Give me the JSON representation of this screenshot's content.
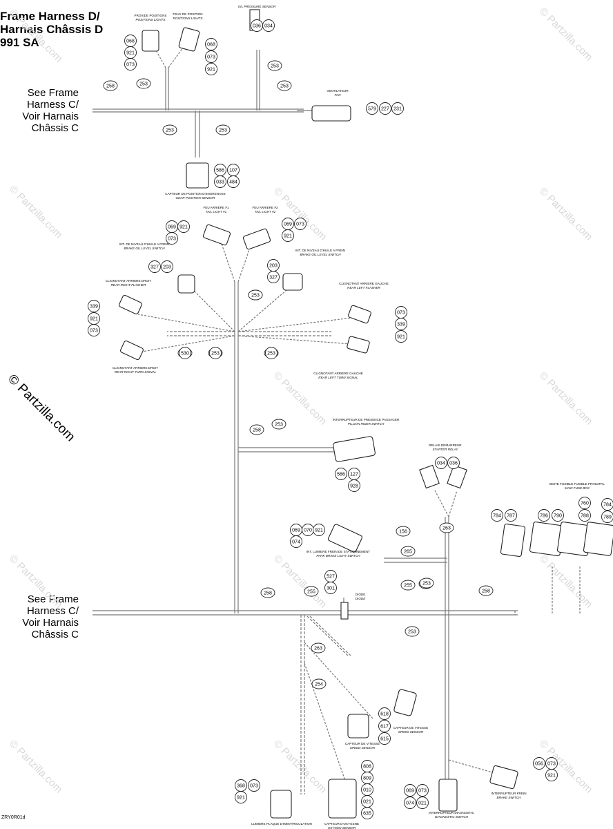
{
  "title": {
    "line1": "Frame Harness D/",
    "line2": "Harnais Châssis D",
    "line3": "991 SA"
  },
  "side_refs": [
    [
      "See Frame",
      "Harness C/",
      "Voir Harnais",
      "Châssis C"
    ],
    [
      "See Frame",
      "Harness C/",
      "Voir Harnais",
      "Châssis C"
    ]
  ],
  "watermark_small": "© Partzilla.com",
  "watermark_big": "© Partzilla.com",
  "figure_code": "ZRY0R01d",
  "wire_labels": [
    "258",
    "253",
    "253",
    "253",
    "253",
    "253",
    "253",
    "253",
    "530",
    "253",
    "253",
    "258",
    "253",
    "258",
    "255",
    "255",
    "253",
    "258",
    "253",
    "263",
    "254",
    "265",
    "156",
    "263",
    "253"
  ],
  "circles": [
    "036",
    "034",
    "068",
    "921",
    "073",
    "068",
    "073",
    "921",
    "579",
    "227",
    "231",
    "586",
    "107",
    "033",
    "484",
    "069",
    "921",
    "073",
    "069",
    "073",
    "921",
    "327",
    "203",
    "203",
    "327",
    "339",
    "921",
    "073",
    "073",
    "339",
    "921",
    "530",
    "253",
    "253",
    "586",
    "127",
    "928",
    "034",
    "036",
    "069",
    "070",
    "921",
    "074",
    "784",
    "787",
    "786",
    "790",
    "760",
    "788",
    "784",
    "789",
    "527",
    "301",
    "618",
    "617",
    "615",
    "368",
    "073",
    "921",
    "808",
    "809",
    "010",
    "021",
    "635",
    "069",
    "073",
    "074",
    "021",
    "056",
    "073",
    "921"
  ],
  "components": [
    {
      "fr": "PROXIDE POSITIONS",
      "en": "POSITIONS LIGHTS"
    },
    {
      "fr": "FEUX DE POSITION",
      "en": "POSITIONS LIGHTS"
    },
    {
      "fr": "",
      "en": "OIL PRESSURE SENSOR"
    },
    {
      "fr": "VENTILATEUR",
      "en": "FAN"
    },
    {
      "fr": "CAPTEUR DE POSITION D'ENGRENAGE",
      "en": "GEAR POSITION SENSOR"
    },
    {
      "fr": "FEU ARRIERE #1",
      "en": "TAIL LIGHT #1"
    },
    {
      "fr": "FEU ARRIERE #2",
      "en": "TAIL LIGHT #2"
    },
    {
      "fr": "INT. DE NIVEAU D'HUILE A FREIN",
      "en": "BRAKE OIL LEVEL SWITCH"
    },
    {
      "fr": "INT. DE NIVEAU D'HUILE A FREIN",
      "en": "BRAKE OIL LEVEL SWITCH"
    },
    {
      "fr": "CLIGNOTANT ARRIERE DROIT",
      "en": "REAR RIGHT FLASHER"
    },
    {
      "fr": "CLIGNOTANT ARRIERE GAUCHE",
      "en": "REAR LEFT FLASHER"
    },
    {
      "fr": "CLIGNOTANT ARRIERE DROIT",
      "en": "REAR RIGHT TURN SIGNAL"
    },
    {
      "fr": "CLIGNOTANT ARRIERE GAUCHE",
      "en": "REAR LEFT TURN SIGNAL"
    },
    {
      "fr": "INTERRUPTEUR DE PRESENCE PASSAGER",
      "en": "PILLION RIDER SWITCH"
    },
    {
      "fr": "RELAIS DEMARREUR",
      "en": "STARTER RELAY"
    },
    {
      "fr": "BOITE FUSIBLE FUSIBLE PRINCIPAL",
      "en": "MAIN FUSE BOX"
    },
    {
      "fr": "INT. LUMIERE FREIN DE STATIONNEMENT",
      "en": "PARK BRAKE LIGHT SWITCH"
    },
    {
      "fr": "DIODE",
      "en": "DIODE"
    },
    {
      "fr": "CAPTEUR DE VITESSE",
      "en": "SPEED SENSOR"
    },
    {
      "fr": "CAPTEUR DE VITESSE",
      "en": "SPEED SENSOR"
    },
    {
      "fr": "LUMIERE PLAQUE D'IMMATRICULATION",
      "en": ""
    },
    {
      "fr": "CAPTEUR D'OXYGENE",
      "en": "OXYGEN SENSOR"
    },
    {
      "fr": "INTERRUPTEUR DIAGNOSTIC",
      "en": "DIAGNOSTIC SWITCH"
    },
    {
      "fr": "INTERRUPTEUR FREIN",
      "en": "BRAKE SWITCH"
    }
  ]
}
